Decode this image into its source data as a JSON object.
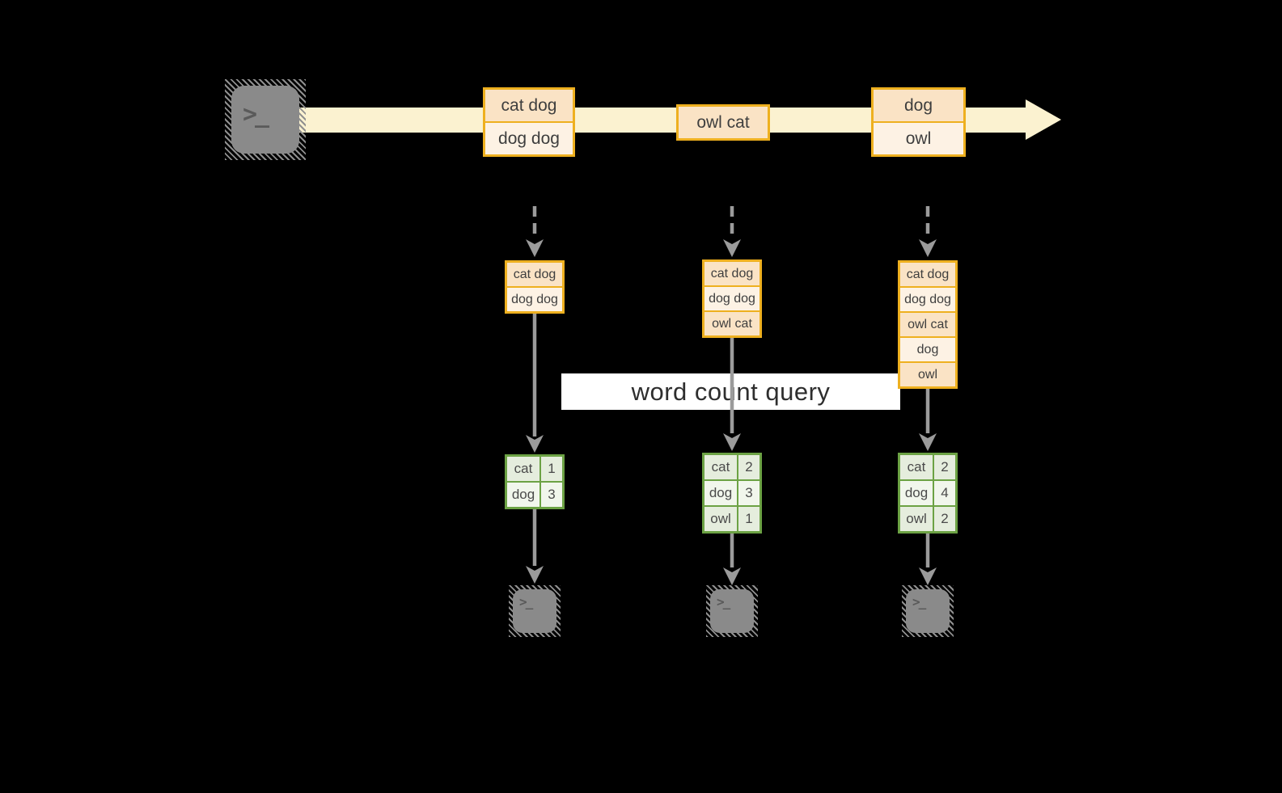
{
  "query": {
    "label": "word count query"
  },
  "stream": {
    "source": {
      "icon": "terminal",
      "glyph": ">_"
    },
    "batches": [
      {
        "cells": [
          "cat dog",
          "dog dog"
        ]
      },
      {
        "cells": [
          "owl cat"
        ]
      },
      {
        "cells": [
          "dog",
          "owl"
        ]
      }
    ]
  },
  "pipelines": [
    {
      "buffer": [
        "cat dog",
        "dog dog"
      ],
      "counts": {
        "rows": [
          [
            "cat",
            "1"
          ],
          [
            "dog",
            "3"
          ]
        ]
      },
      "sink": {
        "icon": "terminal",
        "glyph": ">_"
      }
    },
    {
      "buffer": [
        "cat dog",
        "dog dog",
        "owl cat"
      ],
      "counts": {
        "rows": [
          [
            "cat",
            "2"
          ],
          [
            "dog",
            "3"
          ],
          [
            "owl",
            "1"
          ]
        ]
      },
      "sink": {
        "icon": "terminal",
        "glyph": ">_"
      }
    },
    {
      "buffer": [
        "cat dog",
        "dog dog",
        "owl cat",
        "dog",
        "owl"
      ],
      "counts": {
        "rows": [
          [
            "cat",
            "2"
          ],
          [
            "dog",
            "4"
          ],
          [
            "owl",
            "2"
          ]
        ]
      },
      "sink": {
        "icon": "terminal",
        "glyph": ">_"
      }
    }
  ],
  "colors": {
    "background": "#000000",
    "stream_band": "#FBF2D0",
    "box_border": "#EEB01F",
    "box_fill_dark": "#FAE3C5",
    "box_fill_light": "#FDF2E4",
    "table_border": "#6CA244",
    "table_fill_dark": "#E5EDDD",
    "table_fill_light": "#F1F6EC",
    "arrow_gray": "#9B9B9B",
    "terminal_gray": "#8A8A8A",
    "query_band": "#FFFFFF"
  }
}
